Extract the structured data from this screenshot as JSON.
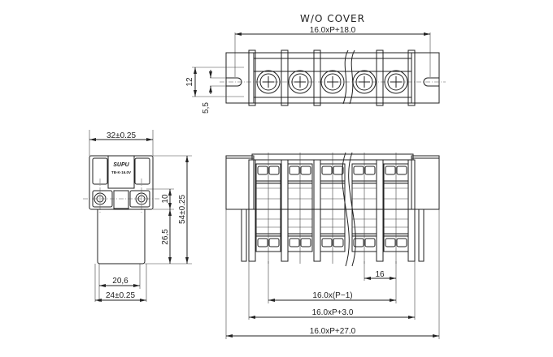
{
  "title": "W/O COVER",
  "top_view": {
    "width_dim": "16.0xP+18.0",
    "slot_dim": "12",
    "offset_dim": "5,5"
  },
  "end_view": {
    "width_dim": "32±0.25",
    "height_dim": "54±0.25",
    "screw_dim": "10",
    "leg_dim": "26,5",
    "inner_dim": "20,6",
    "base_dim": "24±0.25",
    "logo_text": "SUPU",
    "model_text": "TB-K-16.0V"
  },
  "front_view": {
    "pitch_dim": "16",
    "span_dim": "16.0x(P−1)",
    "inner_width_dim": "16.0xP+3.0",
    "overall_dim": "16.0xP+27.0"
  }
}
